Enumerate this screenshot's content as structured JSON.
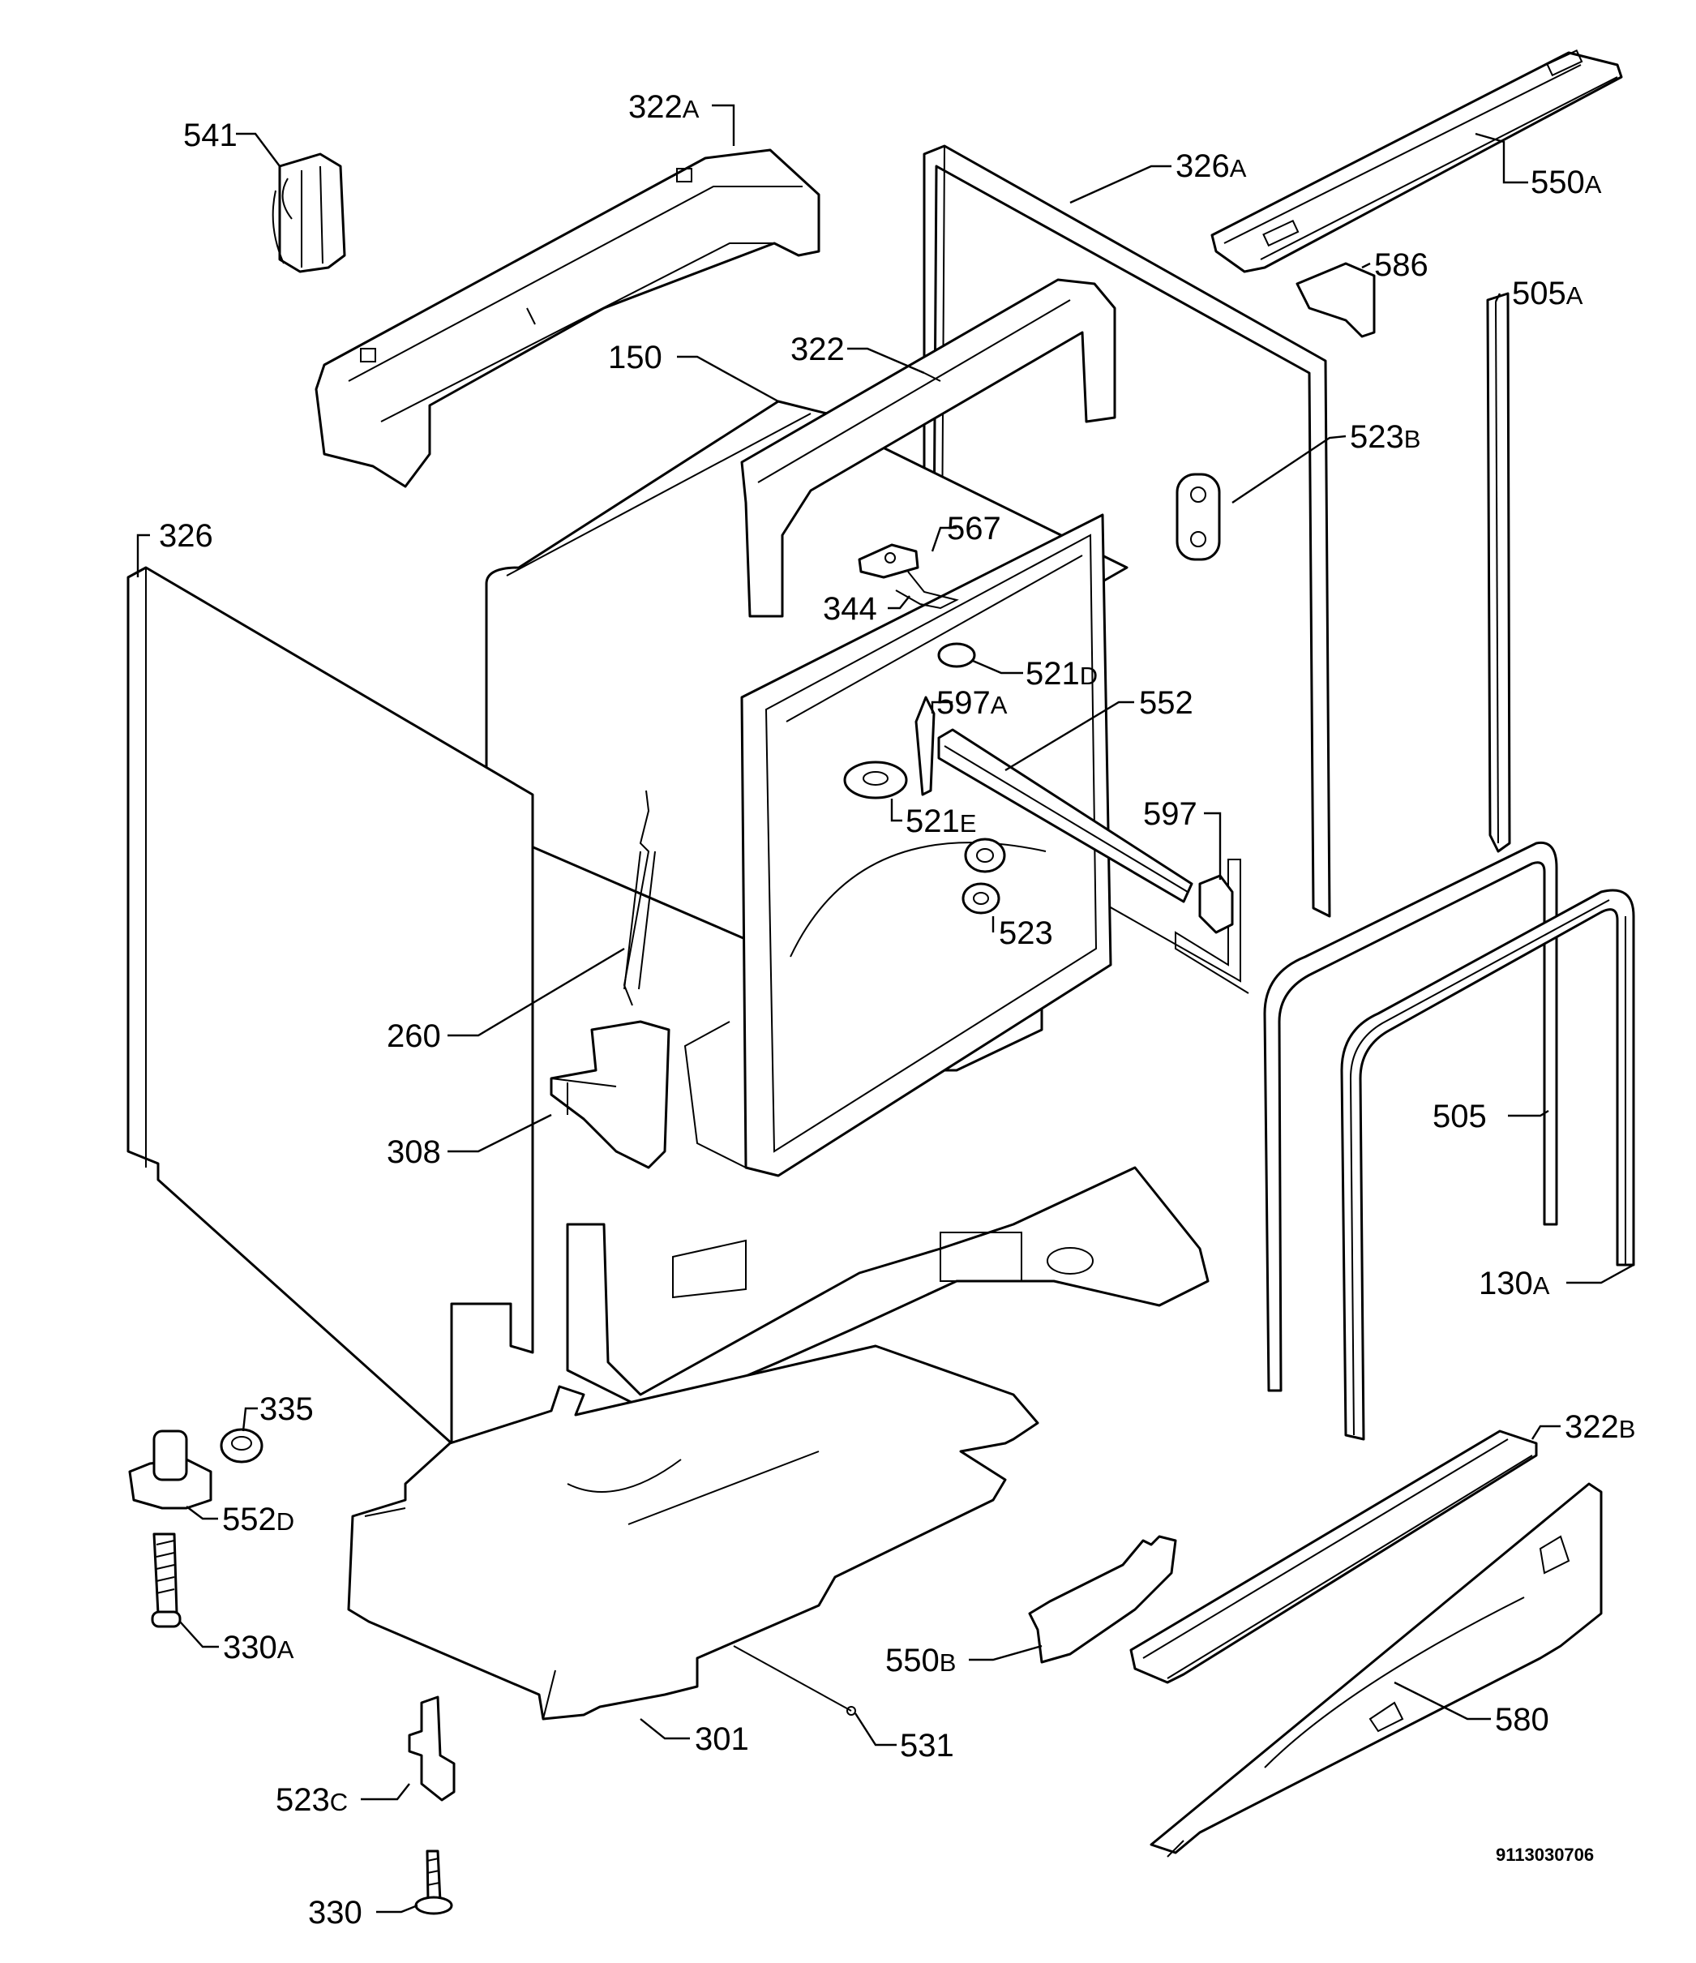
{
  "diagram": {
    "drawing_number": "9113030706",
    "labels": [
      {
        "id": "541",
        "num": "541",
        "suffix": ""
      },
      {
        "id": "322A",
        "num": "322",
        "suffix": "A"
      },
      {
        "id": "326A",
        "num": "326",
        "suffix": "A"
      },
      {
        "id": "550A",
        "num": "550",
        "suffix": "A"
      },
      {
        "id": "586",
        "num": "586",
        "suffix": ""
      },
      {
        "id": "505A",
        "num": "505",
        "suffix": "A"
      },
      {
        "id": "150",
        "num": "150",
        "suffix": ""
      },
      {
        "id": "322",
        "num": "322",
        "suffix": ""
      },
      {
        "id": "523B",
        "num": "523",
        "suffix": "B"
      },
      {
        "id": "326",
        "num": "326",
        "suffix": ""
      },
      {
        "id": "567",
        "num": "567",
        "suffix": ""
      },
      {
        "id": "344",
        "num": "344",
        "suffix": ""
      },
      {
        "id": "521D",
        "num": "521",
        "suffix": "D"
      },
      {
        "id": "597A",
        "num": "597",
        "suffix": "A"
      },
      {
        "id": "552",
        "num": "552",
        "suffix": ""
      },
      {
        "id": "597",
        "num": "597",
        "suffix": ""
      },
      {
        "id": "521E",
        "num": "521",
        "suffix": "E"
      },
      {
        "id": "523",
        "num": "523",
        "suffix": ""
      },
      {
        "id": "260",
        "num": "260",
        "suffix": ""
      },
      {
        "id": "505",
        "num": "505",
        "suffix": ""
      },
      {
        "id": "308",
        "num": "308",
        "suffix": ""
      },
      {
        "id": "130A",
        "num": "130",
        "suffix": "A"
      },
      {
        "id": "335",
        "num": "335",
        "suffix": ""
      },
      {
        "id": "322B",
        "num": "322",
        "suffix": "B"
      },
      {
        "id": "552D",
        "num": "552",
        "suffix": "D"
      },
      {
        "id": "330A",
        "num": "330",
        "suffix": "A"
      },
      {
        "id": "550B",
        "num": "550",
        "suffix": "B"
      },
      {
        "id": "580",
        "num": "580",
        "suffix": ""
      },
      {
        "id": "301",
        "num": "301",
        "suffix": ""
      },
      {
        "id": "531",
        "num": "531",
        "suffix": ""
      },
      {
        "id": "523C",
        "num": "523",
        "suffix": "C"
      },
      {
        "id": "330",
        "num": "330",
        "suffix": ""
      }
    ]
  }
}
